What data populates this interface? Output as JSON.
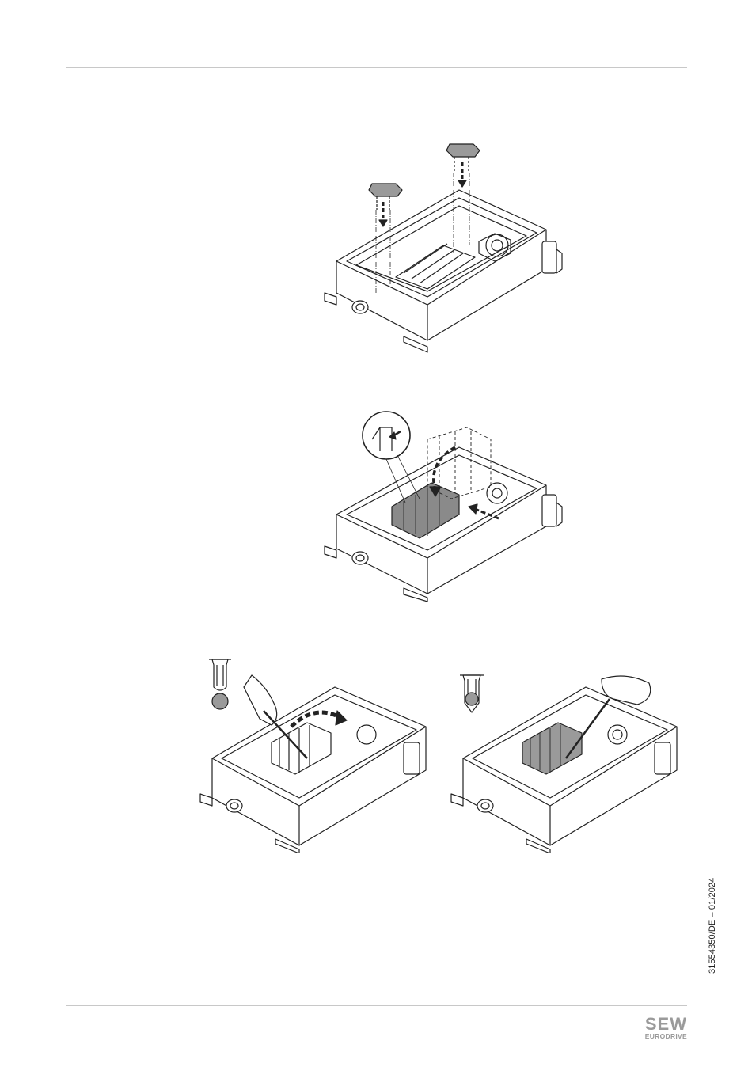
{
  "document": {
    "doc_id": "31554350/DE – 01/2024"
  },
  "logo": {
    "name": "SEW",
    "subname": "EURODRIVE",
    "color": "#9a9a9a"
  },
  "figures": [
    {
      "id": "fig-1",
      "depicts": "terminal-box-with-clamps-inserted"
    },
    {
      "id": "fig-2",
      "depicts": "terminal-block-pivot"
    },
    {
      "id": "fig-3a",
      "depicts": "screwdriver-release"
    },
    {
      "id": "fig-3b",
      "depicts": "screwdriver-lock"
    }
  ]
}
